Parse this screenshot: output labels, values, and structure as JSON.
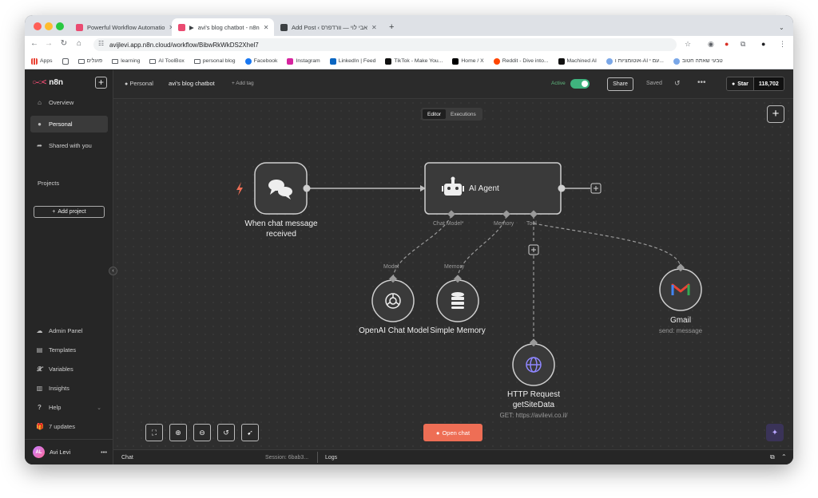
{
  "browser": {
    "tabs": [
      {
        "title": "Powerful Workflow Automatio",
        "active": false
      },
      {
        "title": "avi's blog chatbot - n8n",
        "active": true
      },
      {
        "title": "Add Post ‹ אבי לוי — וורדפרס",
        "active": false
      }
    ],
    "new_tab": "+",
    "url": "avijlevi.app.n8n.cloud/workflow/BibwRkWkDS2Xhel7",
    "bookmarks": [
      "Apps",
      "פועלים",
      "learning",
      "AI ToolBox",
      "personal blog",
      "Facebook",
      "Instagram",
      "LinkedIn | Feed",
      "TikTok - Make You...",
      "Home / X",
      "Reddit - Dive into...",
      "Machined AI",
      "אוטומציות ו-AI עם י...",
      "טבעי שאתה חטוב"
    ]
  },
  "sidebar": {
    "logo_text": "n8n",
    "plus": "+",
    "nav": [
      {
        "label": "Overview",
        "icon": "home-icon"
      },
      {
        "label": "Personal",
        "icon": "user-icon",
        "selected": true
      },
      {
        "label": "Shared with you",
        "icon": "share-icon"
      }
    ],
    "projects_heading": "Projects",
    "add_project": "Add project",
    "bottom_nav": [
      {
        "label": "Admin Panel",
        "icon": "cloud-icon"
      },
      {
        "label": "Templates",
        "icon": "templates-icon"
      },
      {
        "label": "Variables",
        "icon": "variables-icon"
      },
      {
        "label": "Insights",
        "icon": "insights-icon"
      },
      {
        "label": "Help",
        "icon": "help-icon"
      },
      {
        "label": "7 updates",
        "icon": "gift-icon"
      }
    ],
    "user": {
      "initials": "AL",
      "name": "Avi Levi",
      "menu": "•••"
    }
  },
  "header": {
    "project": "Personal",
    "workflow_name": "avi's blog chatbot",
    "add_tag": "+ Add tag",
    "active_label": "Active",
    "share": "Share",
    "saved": "Saved",
    "github_star": "Star",
    "github_count": "118,702"
  },
  "canvas": {
    "tabs": {
      "editor": "Editor",
      "executions": "Executions"
    },
    "nodes": {
      "trigger": {
        "label_line1": "When chat message",
        "label_line2": "received"
      },
      "agent": {
        "label": "AI Agent",
        "ports": {
          "chat_model": "Chat Model*",
          "memory": "Memory",
          "tool": "Tool"
        }
      },
      "openai": {
        "label": "OpenAI Chat Model",
        "port": "Model"
      },
      "memory": {
        "label": "Simple Memory",
        "port": "Memory"
      },
      "http": {
        "label_line1": "HTTP Request",
        "label_line2": "getSiteData",
        "sub": "GET: https://avilevi.co.il/"
      },
      "gmail": {
        "label": "Gmail",
        "sub": "send: message"
      }
    },
    "open_chat": "Open chat"
  },
  "bottom_bar": {
    "chat": "Chat",
    "session": "Session: 6bab3...",
    "logs": "Logs"
  }
}
